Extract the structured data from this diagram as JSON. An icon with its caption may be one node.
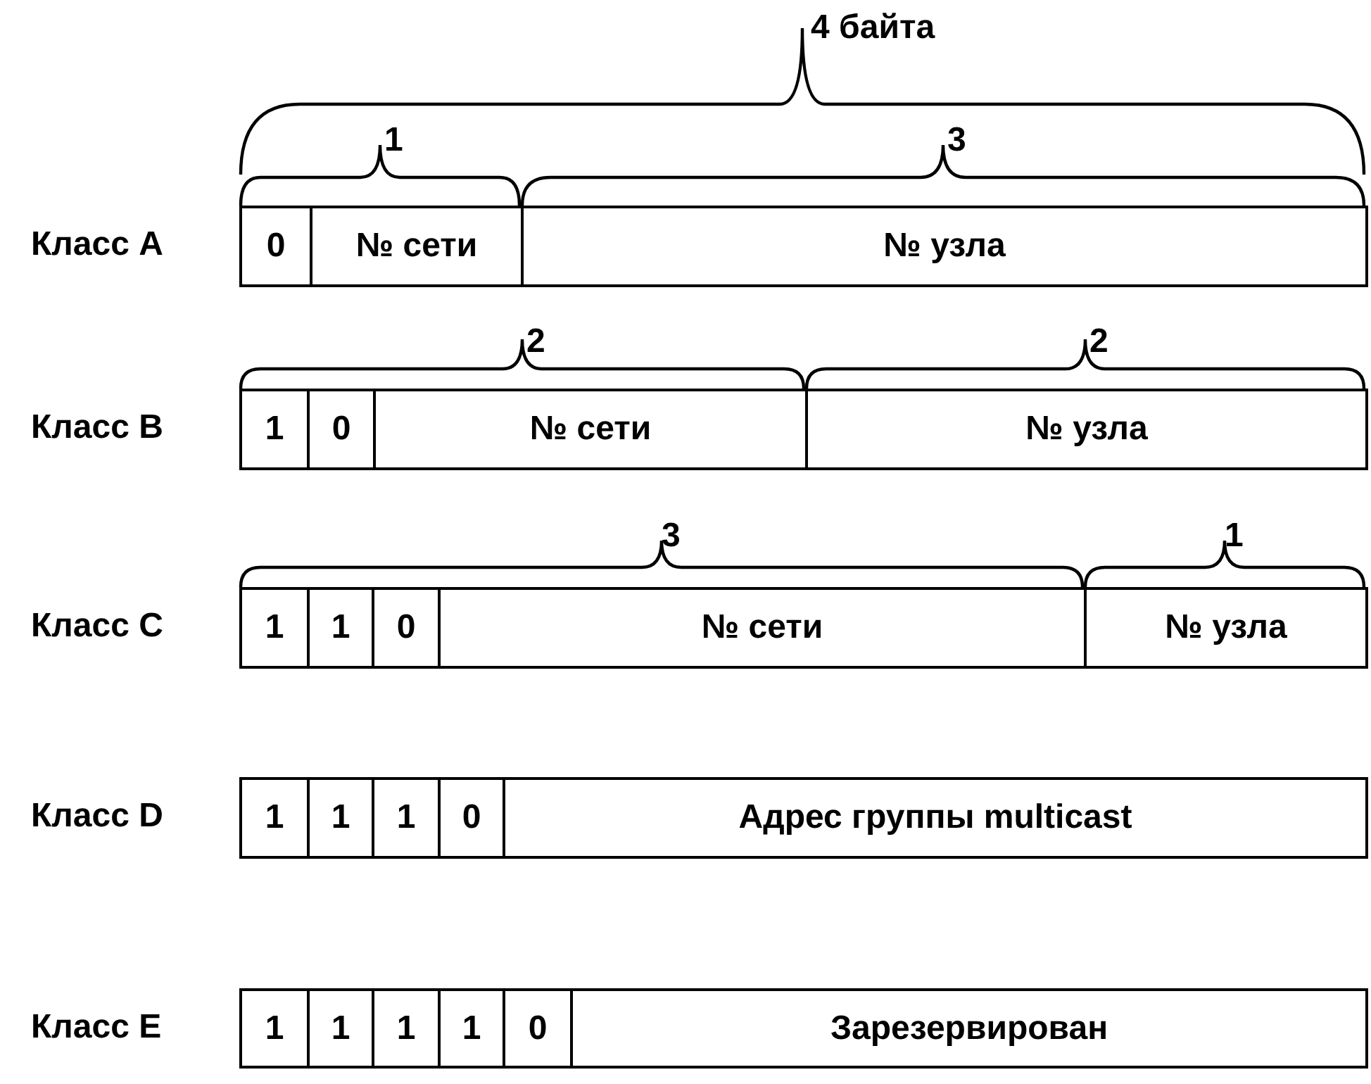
{
  "diagram": {
    "nodes": [
      {
        "text": [
          "0"
        ]
      },
      {
        "text": [
          "№ сети"
        ]
      },
      {
        "text": [
          "№ узла"
        ]
      },
      {
        "text": [
          "1"
        ]
      },
      {
        "text": [
          "0"
        ]
      },
      {
        "text": [
          "№ сети"
        ]
      },
      {
        "text": [
          "№ узла"
        ]
      },
      {
        "text": [
          "1"
        ]
      },
      {
        "text": [
          "1"
        ]
      },
      {
        "text": [
          "0"
        ]
      },
      {
        "text": [
          "№ сети"
        ]
      },
      {
        "text": [
          "№ узла"
        ]
      },
      {
        "text": [
          "1"
        ]
      },
      {
        "text": [
          "1"
        ]
      },
      {
        "text": [
          "1"
        ]
      },
      {
        "text": [
          "0"
        ]
      },
      {
        "text": [
          "Адрес группы multicast"
        ]
      },
      {
        "text": [
          "1"
        ]
      },
      {
        "text": [
          "1"
        ]
      },
      {
        "text": [
          "1"
        ]
      },
      {
        "text": [
          "1"
        ]
      },
      {
        "text": [
          "0"
        ]
      },
      {
        "text": [
          "Зарезервирован"
        ]
      }
    ],
    "labels": [
      "4 байта",
      "1",
      "3",
      "Класс A",
      "2",
      "2",
      "Класс B",
      "3",
      "1",
      "Класс C",
      "Класс D",
      "Класс E"
    ]
  }
}
